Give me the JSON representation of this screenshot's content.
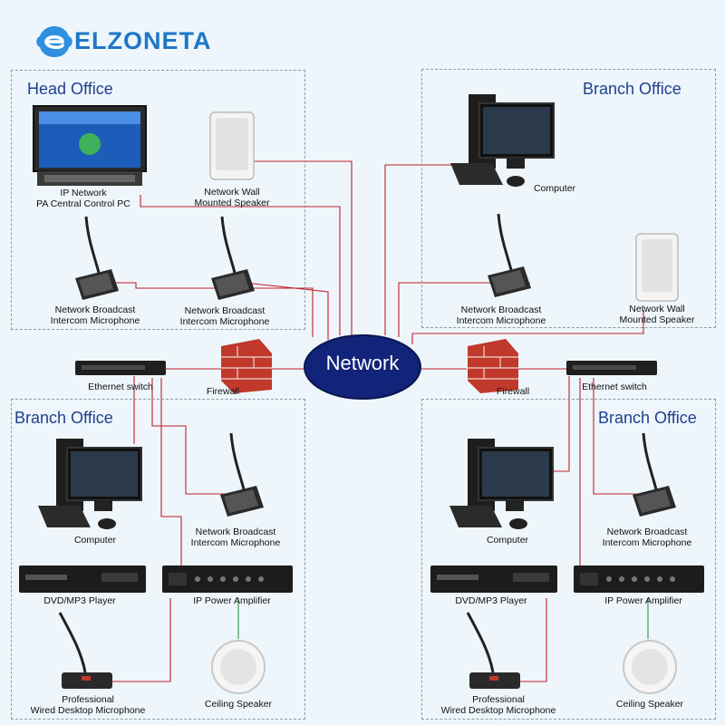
{
  "brand": {
    "name": "ELZONETA"
  },
  "network": {
    "label": "Network"
  },
  "colors": {
    "wire_red": "#c0202a",
    "wire_green": "#2a9a4a",
    "box_border": "#8f9aa3",
    "title": "#1f3f8f",
    "network_blue": "#12247a",
    "logo_blue": "#1f76c8"
  },
  "offices": {
    "head": {
      "title": "Head Office",
      "pc": [
        "IP Network",
        "PA Central Control PC"
      ],
      "speaker": [
        "Network Wall",
        "Mounted Speaker"
      ],
      "mic1": [
        "Network Broadcast",
        "Intercom Microphone"
      ],
      "mic2": [
        "Network Broadcast",
        "Intercom Microphone"
      ]
    },
    "branch_tr": {
      "title": "Branch Office",
      "computer": "Computer",
      "mic": [
        "Network Broadcast",
        "Intercom Microphone"
      ],
      "speaker": [
        "Network Wall",
        "Mounted Speaker"
      ]
    },
    "branch_bl": {
      "title": "Branch Office",
      "computer": "Computer",
      "mic": [
        "Network Broadcast",
        "Intercom Microphone"
      ],
      "dvd": "DVD/MP3 Player",
      "amp": "IP Power Amplifier",
      "desk_mic": [
        "Professional",
        "Wired Desktop Microphone"
      ],
      "ceiling": "Ceiling Speaker"
    },
    "branch_br": {
      "title": "Branch Office",
      "computer": "Computer",
      "mic": [
        "Network Broadcast",
        "Intercom Microphone"
      ],
      "dvd": "DVD/MP3 Player",
      "amp": "IP Power Amplifier",
      "desk_mic": [
        "Professional",
        "Wired Desktop Microphone"
      ],
      "ceiling": "Ceiling Speaker"
    }
  },
  "infra": {
    "switch_left": "Ethernet switch",
    "firewall_left": "Firewall",
    "switch_right": "Ethernet switch",
    "firewall_right": "Firewall"
  }
}
